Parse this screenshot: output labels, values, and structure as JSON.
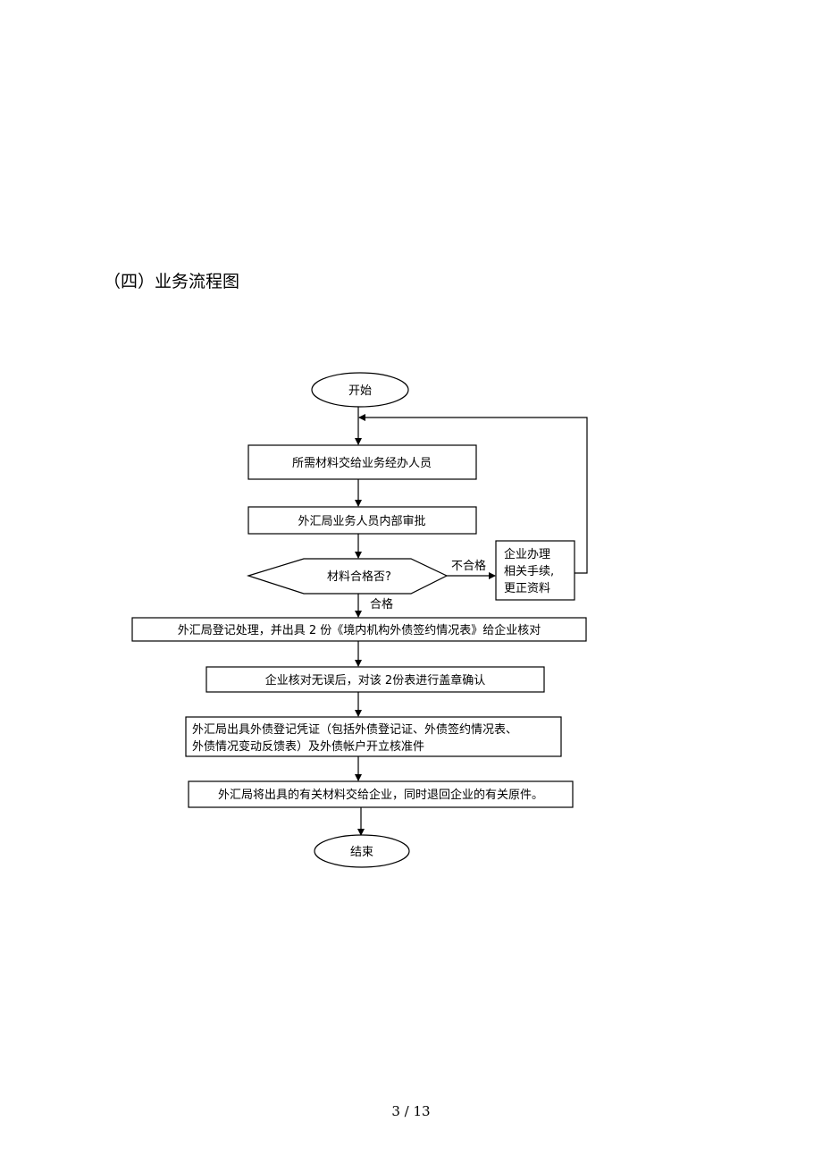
{
  "document": {
    "heading": "（四）业务流程图",
    "page_number": "3 / 13"
  },
  "flowchart": {
    "start": "开始",
    "step1": "所需材料交给业务经办人员",
    "step2": "外汇局业务人员内部审批",
    "decision": "材料合格否?",
    "label_fail": "不合格",
    "label_pass": "合格",
    "fix_box": [
      "企业办理",
      "相关手续,",
      "更正资料"
    ],
    "step3": "外汇局登记处理，并出具 2 份《境内机构外债签约情况表》给企业核对",
    "step4": "企业核对无误后，对该 2份表进行盖章确认",
    "step5": [
      "外汇局出具外债登记凭证（包括外债登记证、外债签约情况表、",
      "外债情况变动反馈表）及外债帐户开立核准件"
    ],
    "step6": "外汇局将出具的有关材料交给企业，同时退回企业的有关原件。",
    "end": "结束"
  }
}
